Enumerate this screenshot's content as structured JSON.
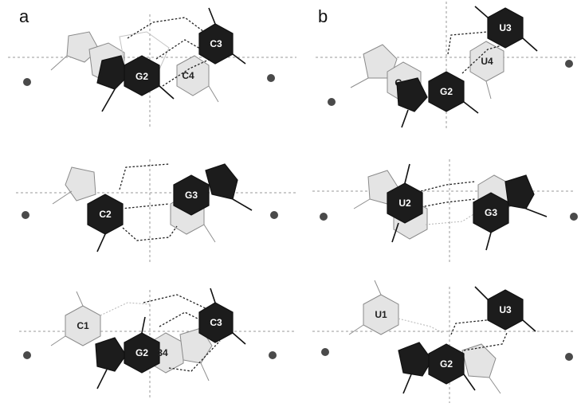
{
  "panels": [
    {
      "label": "a"
    },
    {
      "label": "b"
    }
  ],
  "bases": {
    "a1_G2": "G2",
    "a1_C3": "C3",
    "a1_C4": "C4",
    "a2_C2": "C2",
    "a2_G3": "G3",
    "a3_C1": "C1",
    "a3_G2": "G2",
    "a3_C3": "C3",
    "a3_G4_partial": "34",
    "b1_G_partial": "G",
    "b1_G2": "G2",
    "b1_U3": "U3",
    "b1_U4": "U4",
    "b2_U2": "U2",
    "b2_G3": "G3",
    "b3_U1": "U1",
    "b3_G2": "G2",
    "b3_U3": "U3"
  },
  "colors": {
    "stacked_base": "#1c1c1c",
    "lower_base": "#e4e4e4",
    "ion": "#4a4a4a",
    "axis": "#9a9a9a"
  }
}
